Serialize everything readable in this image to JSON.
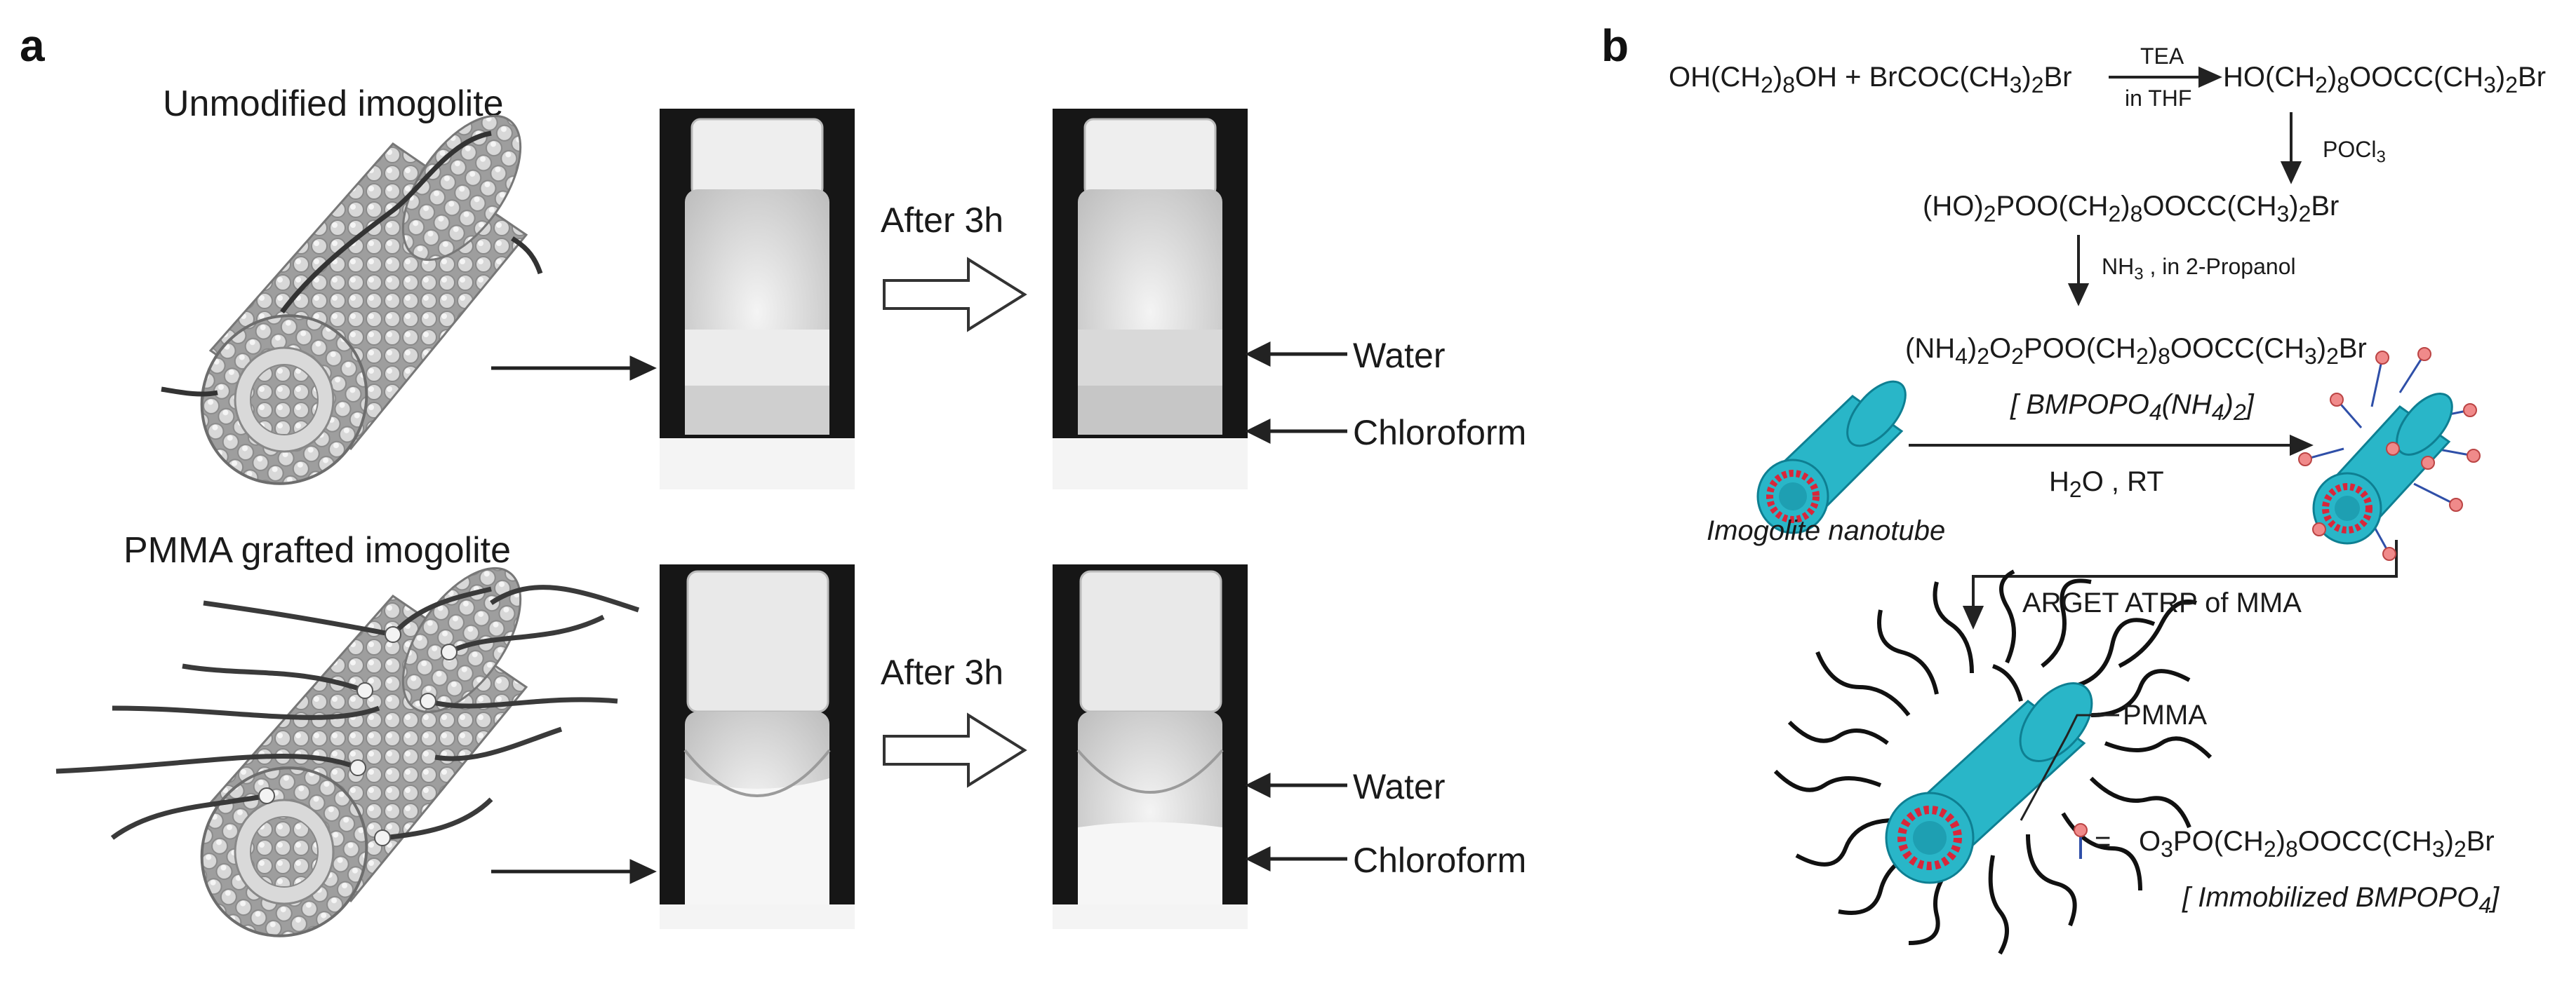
{
  "panel_a": {
    "letter": "a",
    "top_title": "Unmodified imogolite",
    "bottom_title": "PMMA grafted imogolite",
    "after_label_top": "After 3h",
    "after_label_bottom": "After 3h",
    "water_top": "Water",
    "chloroform_top": "Chloroform",
    "water_bottom": "Water",
    "chloroform_bottom": "Chloroform"
  },
  "panel_b": {
    "letter": "b",
    "reactant1": "OH(CH",
    "reactant1_sub": "2",
    "reactant1_end": ")",
    "reactant1_sub2": "8",
    "reactant1_tail": "OH + BrCOC(CH",
    "reactant1_sub3": "3",
    "reactant1_tail2": ")",
    "reactant1_sub4": "2",
    "reactant1_tail3": "Br",
    "cond1_top": "TEA",
    "cond1_bottom": "in THF",
    "product1": "HO(CH",
    "product1_a": "2",
    "product1_b": ")",
    "product1_c": "8",
    "product1_d": "OOCC(CH",
    "product1_e": "3",
    "product1_f": ")",
    "product1_g": "2",
    "product1_h": "Br",
    "cond2": "POCl",
    "cond2_sub": "3",
    "product2_a": "(HO)",
    "product2_b": "2",
    "product2_c": "POO(CH",
    "product2_d": "2",
    "product2_e": ")",
    "product2_f": "8",
    "product2_g": "OOCC(CH",
    "product2_h": "3",
    "product2_i": ")",
    "product2_j": "2",
    "product2_k": "Br",
    "cond3_a": "NH",
    "cond3_b": "3",
    "cond3_c": " , in 2-Propanol",
    "product3_a": "(NH",
    "product3_b": "4",
    "product3_c": ")",
    "product3_d": "2",
    "product3_e": "O",
    "product3_f": "2",
    "product3_g": "POO(CH",
    "product3_h": "2",
    "product3_i": ")",
    "product3_j": "8",
    "product3_k": "OOCC(CH",
    "product3_l": "3",
    "product3_m": ")",
    "product3_n": "2",
    "product3_o": "Br",
    "bmp_a": "[ BMPOPO",
    "bmp_b": "4",
    "bmp_c": "(NH",
    "bmp_d": "4",
    "bmp_e": ")",
    "bmp_f": "2",
    "bmp_g": "]",
    "cond4_a": "H",
    "cond4_b": "2",
    "cond4_c": "O , RT",
    "nanotube_label": "Imogolite nanotube",
    "cond5": "ARGET ATRP of MMA",
    "pmma_label": "PMMA",
    "legend_eq": "=",
    "legend_a": "O",
    "legend_b": "3",
    "legend_c": "PO(CH",
    "legend_d": "2",
    "legend_e": ")",
    "legend_f": "8",
    "legend_g": "OOCC(CH",
    "legend_h": "3",
    "legend_i": ")",
    "legend_j": "2",
    "legend_k": "Br",
    "immob_a": "[ Immobilized BMPOPO",
    "immob_b": "4",
    "immob_c": "]"
  },
  "colors": {
    "tube_teal": "#29b6c8",
    "tube_dark": "#0e7f92",
    "ring_red": "#d9263a",
    "pin_pink": "#f08a8a",
    "pin_blue": "#2f4fa8"
  }
}
